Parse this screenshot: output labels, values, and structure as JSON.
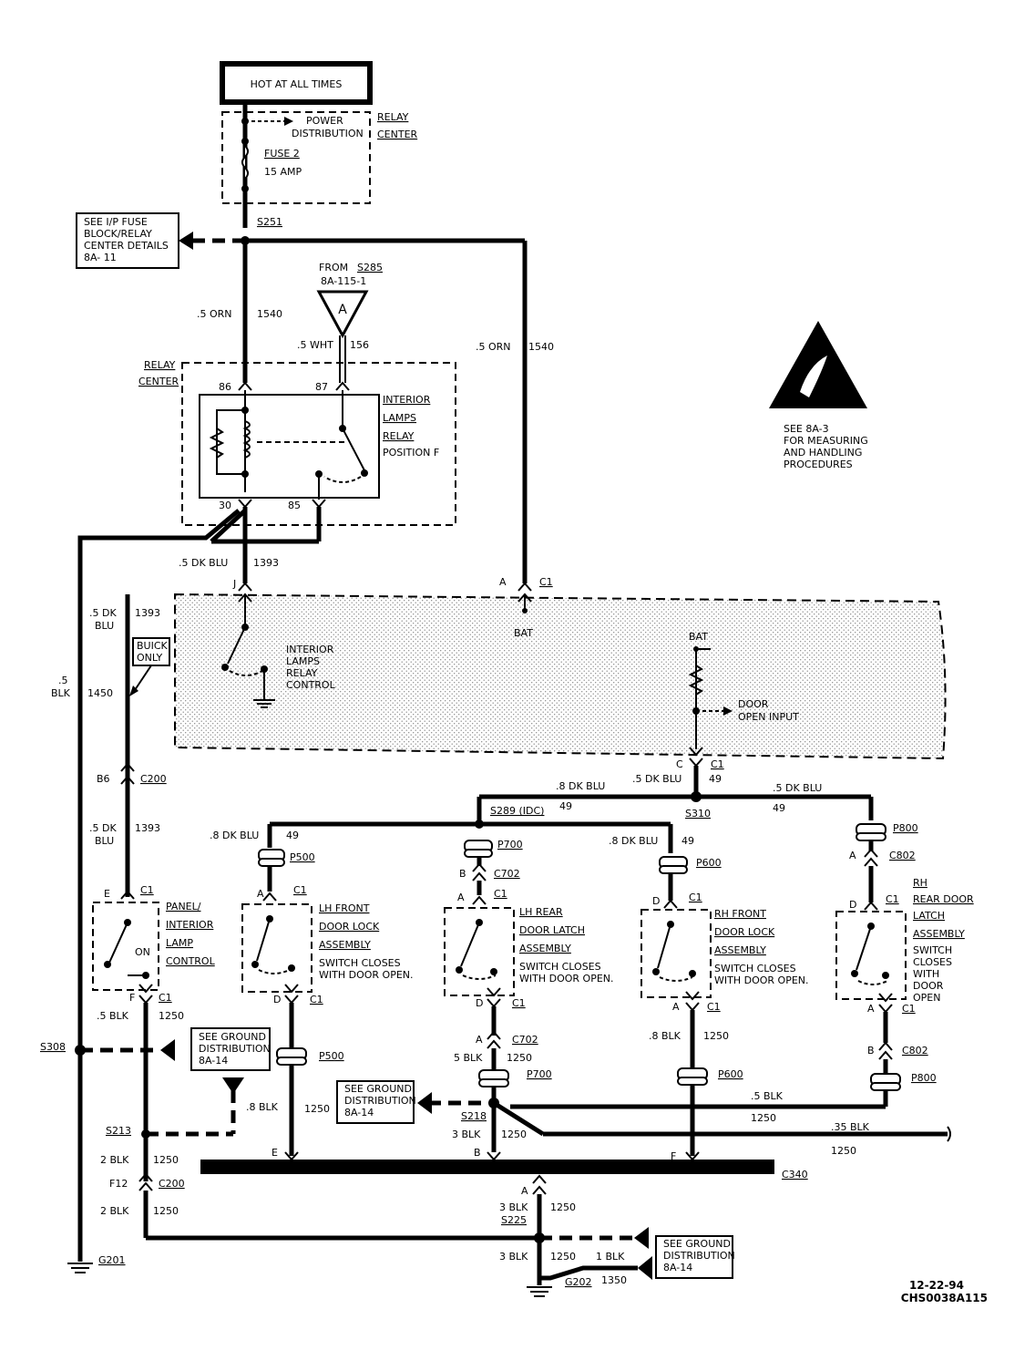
{
  "header": {
    "hot": "HOT AT ALL TIMES"
  },
  "relay_center_top": {
    "relay": "RELAY",
    "center": "CENTER",
    "power": "POWER",
    "distribution": "DISTRIBUTION",
    "fuse": "FUSE 2",
    "amp": "15 AMP"
  },
  "splices": {
    "s251": "S251",
    "s285": "S285",
    "s289": "S289 (IDC)",
    "s310": "S310",
    "s308": "S308",
    "s213": "S213",
    "s218": "S218",
    "s225": "S225"
  },
  "see_fuse": [
    "SEE I/P FUSE",
    "BLOCK/RELAY",
    "CENTER DETAILS",
    "8A- 11"
  ],
  "from_a": {
    "from": "FROM",
    "ref": "8A-115-1",
    "letter": "A"
  },
  "wires": {
    "w1": ".5 ORN",
    "w1n": "1540",
    "w2": ".5 WHT",
    "w2n": "156",
    "w3": ".5 ORN",
    "w3n": "1540",
    "w4": ".5 DK BLU",
    "w4n": "1393",
    "w5a": ".5 DK",
    "w5b": "BLU",
    "w5n": "1393",
    "w6a": ".5",
    "w6b": "BLK",
    "w6n": "1450",
    "w7a": ".5 DK",
    "w7b": "BLU",
    "w7n": "1393",
    "w8": ".8 DK BLU",
    "w8n": "49",
    "w9": ".5 DK BLU",
    "w9n": "49",
    "w10": ".5 DK BLU",
    "w10n": "49",
    "w11": ".8 DK BLU",
    "w11n": "49",
    "w12": ".8 DK BLU",
    "w12n": "49",
    "w13": ".5 BLK",
    "w13n": "1250",
    "w14": ".8 BLK",
    "w14n": "1250",
    "w15": "5 BLK",
    "w15n": "1250",
    "w16": ".8 BLK",
    "w16n": "1250",
    "w17": ".5 BLK",
    "w17n": "1250",
    "w18": ".35 BLK",
    "w18n": "1250",
    "w19": "3 BLK",
    "w19n": "1250",
    "w20": "2 BLK",
    "w20n": "1250",
    "w21": "2 BLK",
    "w21n": "1250",
    "w22": "3 BLK",
    "w22n": "1250",
    "w23": "3 BLK",
    "w23n": "1250",
    "w24": "1 BLK",
    "w24n": "1350"
  },
  "relay": {
    "relay": "RELAY",
    "center": "CENTER",
    "p86": "86",
    "p87": "87",
    "p30": "30",
    "p85": "85",
    "interior": "INTERIOR",
    "lamps": "LAMPS",
    "relay2": "RELAY",
    "position": "POSITION F"
  },
  "bcm": {
    "j": "J",
    "a": "A",
    "c1": "C1",
    "bat": "BAT",
    "bat2": "BAT",
    "ilr": [
      "INTERIOR",
      "LAMPS",
      "RELAY",
      "CONTROL"
    ],
    "door": "DOOR",
    "open": "OPEN INPUT",
    "c": "C",
    "c1b": "C1"
  },
  "buick": [
    "BUICK",
    "ONLY"
  ],
  "esd": [
    "SEE 8A-3",
    "FOR MEASURING",
    "AND HANDLING",
    "PROCEDURES"
  ],
  "connectors": {
    "b6": "B6",
    "c200": "C200",
    "f12": "F12",
    "c200b": "C200",
    "p500": "P500",
    "p500b": "P500",
    "p700": "P700",
    "p700b": "P700",
    "c702": "C702",
    "c702b": "C702",
    "p600": "P600",
    "p600b": "P600",
    "p800": "P800",
    "p800b": "P800",
    "c802": "C802",
    "c802b": "C802",
    "c340": "C340"
  },
  "switches": {
    "panel": [
      "PANEL/",
      "INTERIOR",
      "LAMP",
      "CONTROL"
    ],
    "on": "ON",
    "lhf": [
      "LH FRONT",
      "DOOR LOCK",
      "ASSEMBLY",
      "SWITCH CLOSES",
      "WITH DOOR OPEN."
    ],
    "lhr": [
      "LH REAR",
      "DOOR LATCH",
      "ASSEMBLY",
      "SWITCH CLOSES",
      "WITH DOOR OPEN."
    ],
    "rhf": [
      "RH FRONT",
      "DOOR LOCK",
      "ASSEMBLY",
      "SWITCH CLOSES",
      "WITH DOOR OPEN."
    ],
    "rhr": [
      "RH",
      "REAR DOOR",
      "LATCH",
      "ASSEMBLY",
      "SWITCH",
      "CLOSES",
      "WITH",
      "DOOR",
      "OPEN"
    ]
  },
  "pins": {
    "E": "E",
    "F": "F",
    "A": "A",
    "D": "D",
    "B": "B",
    "C1": "C1",
    "E2": "E",
    "B2": "B",
    "F2": "F",
    "A2": "A"
  },
  "ground_ref": [
    "SEE GROUND",
    "DISTRIBUTION",
    "8A-14"
  ],
  "grounds": {
    "g201": "G201",
    "g202": "G202"
  },
  "footer": {
    "date": "12-22-94",
    "code": "CHS0038A115"
  }
}
